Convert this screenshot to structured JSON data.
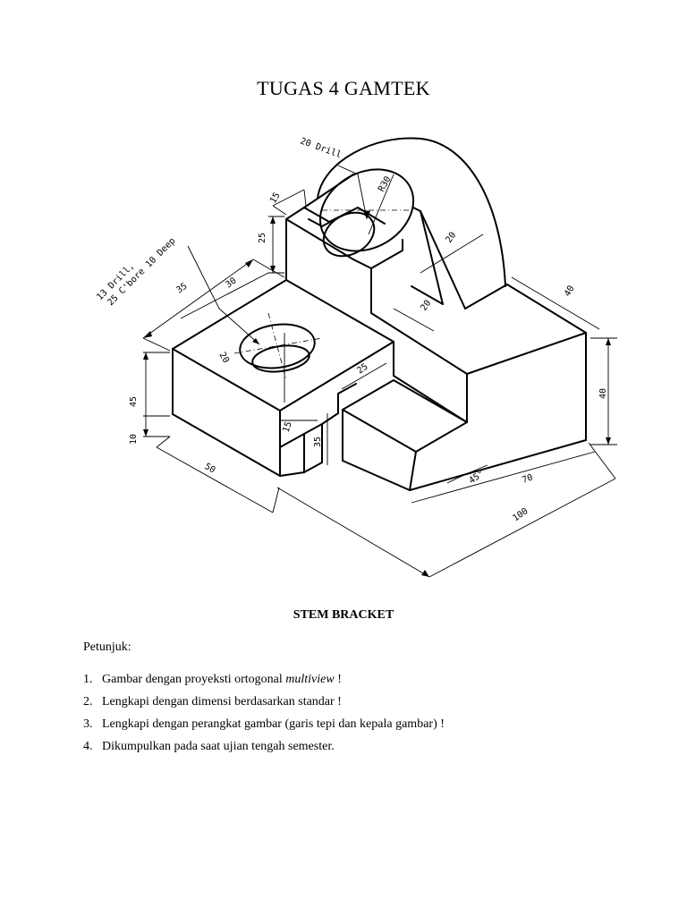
{
  "document": {
    "title": "TUGAS 4 GAMTEK",
    "caption": "STEM BRACKET",
    "intro": "Petunjuk:",
    "steps": [
      {
        "num": "1.",
        "before": "Gambar dengan proyeksti ortogonal ",
        "emphasis": "multiview",
        "after": " !"
      },
      {
        "num": "2.",
        "before": "Lengkapi dengan dimensi berdasarkan standar !",
        "emphasis": "",
        "after": ""
      },
      {
        "num": "3.",
        "before": "Lengkapi dengan perangkat gambar (garis tepi dan kepala gambar) !",
        "emphasis": "",
        "after": ""
      },
      {
        "num": "4.",
        "before": "Dikumpulkan pada saat ujian tengah semester.",
        "emphasis": "",
        "after": ""
      }
    ]
  },
  "drawing": {
    "dimensions": {
      "drill_20": "20 Drill",
      "r30": "R30",
      "d15_top": "15",
      "d25_left": "25",
      "drill_13_line1": "13 Drill,",
      "drill_13_line2": "25 C'bore 10 Deep",
      "d35": "35",
      "d30": "30",
      "d20_slot": "20",
      "d20_rib": "20",
      "d20_base": "20",
      "d40_top": "40",
      "d40_right": "40",
      "d25_front": "25",
      "d45": "45",
      "d10": "10",
      "d15_front": "15",
      "d35_front": "35",
      "d50": "50",
      "angle": "45°",
      "d70": "70",
      "d100": "100"
    }
  }
}
